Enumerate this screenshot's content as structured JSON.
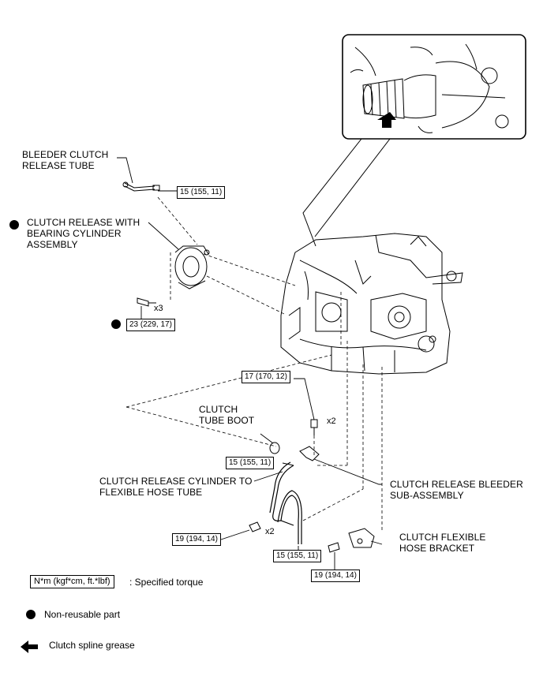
{
  "labels": {
    "bleeder_tube": "BLEEDER CLUTCH\nRELEASE TUBE",
    "release_cylinder": "CLUTCH RELEASE WITH\nBEARING CYLINDER\nASSEMBLY",
    "tube_boot": "CLUTCH\nTUBE BOOT",
    "flexible_hose_tube": "CLUTCH RELEASE CYLINDER TO\nFLEXIBLE HOSE TUBE",
    "bleeder_sub": "CLUTCH RELEASE BLEEDER\nSUB-ASSEMBLY",
    "hose_bracket": "CLUTCH FLEXIBLE\nHOSE BRACKET"
  },
  "torques": {
    "bleeder_tube": "15 (155, 11)",
    "cylinder_bolts": "23 (229, 17)",
    "bracket_bolts_top": "17 (170, 12)",
    "hose_tube_top": "15 (155, 11)",
    "hose_tube_bottom": "15 (155, 11)",
    "left_bolt": "19 (194, 14)",
    "bracket_bolt": "19 (194, 14)"
  },
  "quantities": {
    "cylinder_bolts": "x3",
    "bracket_bolts": "x2",
    "left_bolts": "x2"
  },
  "legend": {
    "torque_box": "N*m (kgf*cm, ft.*lbf)",
    "torque_text": ": Specified torque",
    "nonreusable": "Non-reusable part",
    "grease": "Clutch spline grease"
  },
  "icons": [
    "non-reusable-dot-icon",
    "grease-arrow-icon"
  ]
}
